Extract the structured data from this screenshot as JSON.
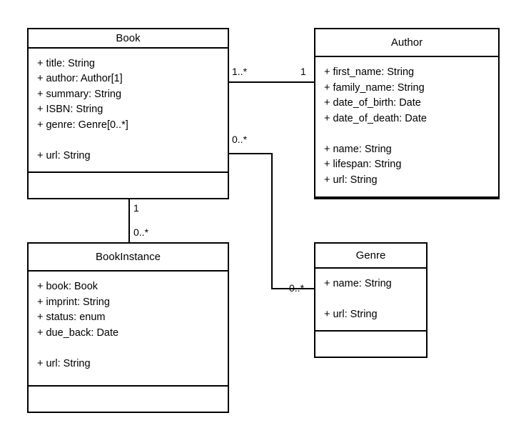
{
  "diagram": {
    "title": "Library UML class diagram",
    "stroke_color": "#000000",
    "fill_color": "#ffffff",
    "classes": [
      {
        "id": "book",
        "name": "Book",
        "attributes": [
          "+ title: String",
          "+ author: Author[1]",
          "+ summary: String",
          "+ ISBN: String",
          "+ genre: Genre[0..*]",
          "",
          "+ url: String"
        ],
        "operations": []
      },
      {
        "id": "author",
        "name": "Author",
        "attributes": [
          "+ first_name: String",
          "+ family_name: String",
          "+ date_of_birth: Date",
          "+ date_of_death: Date",
          "",
          "+ name: String",
          "+ lifespan: String",
          "+ url: String"
        ],
        "operations": []
      },
      {
        "id": "bookinstance",
        "name": "BookInstance",
        "attributes": [
          "+ book: Book",
          "+ imprint: String",
          "+ status: enum",
          "+ due_back: Date",
          "",
          "+ url: String"
        ],
        "operations": []
      },
      {
        "id": "genre",
        "name": "Genre",
        "attributes": [
          "+ name: String",
          "",
          "+ url: String"
        ],
        "operations": []
      }
    ],
    "associations": [
      {
        "id": "book-author",
        "from": "Book",
        "to": "Author",
        "source_multiplicity": "1..*",
        "target_multiplicity": "1"
      },
      {
        "id": "book-genre",
        "from": "Book",
        "to": "Genre",
        "source_multiplicity": "0..*",
        "target_multiplicity": "0..*"
      },
      {
        "id": "book-bookinstance",
        "from": "Book",
        "to": "BookInstance",
        "source_multiplicity": "1",
        "target_multiplicity": "0..*"
      }
    ]
  }
}
